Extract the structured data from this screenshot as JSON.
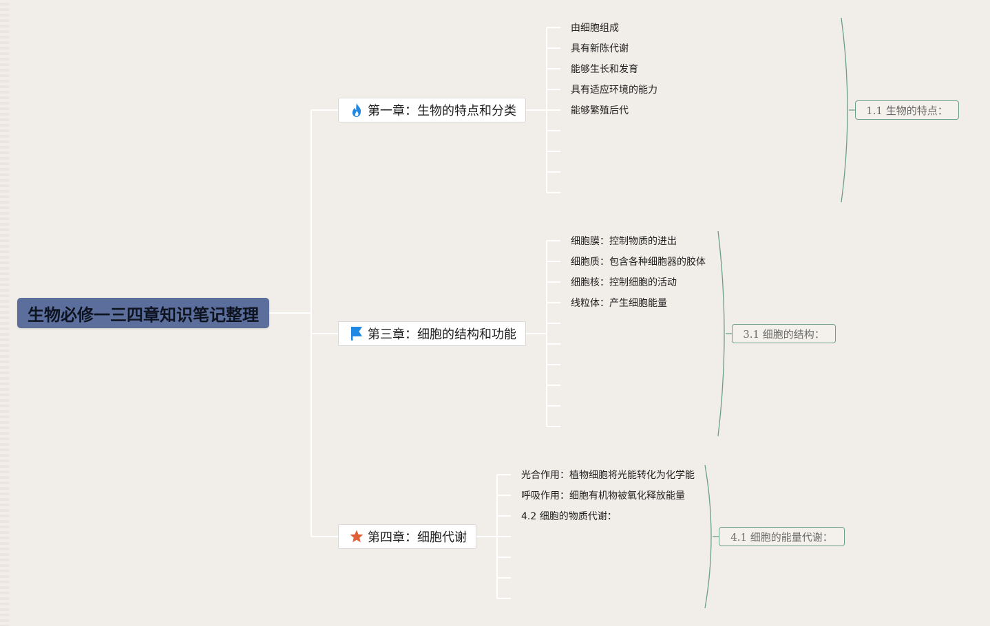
{
  "root": {
    "title": "生物必修一三四章知识笔记整理"
  },
  "chapters": [
    {
      "title": "第一章：生物的特点和分类",
      "icon": "flame-icon",
      "icon_color": "#1e88e5",
      "items": [
        "由细胞组成",
        "具有新陈代谢",
        "能够生长和发育",
        "具有适应环境的能力",
        "能够繁殖后代"
      ],
      "summary": "1.1 生物的特点："
    },
    {
      "title": "第三章：细胞的结构和功能",
      "icon": "flag-icon",
      "icon_color": "#1e88e5",
      "items": [
        "细胞膜：控制物质的进出",
        "细胞质：包含各种细胞器的胶体",
        "细胞核：控制细胞的活动",
        "线粒体：产生细胞能量"
      ],
      "summary": "3.1 细胞的结构："
    },
    {
      "title": "第四章：细胞代谢",
      "icon": "star-icon",
      "icon_color": "#e0603a",
      "items": [
        "光合作用：植物细胞将光能转化为化学能",
        "呼吸作用：细胞有机物被氧化释放能量",
        "4.2 细胞的物质代谢："
      ],
      "summary": "4.1 细胞的能量代谢："
    }
  ],
  "colors": {
    "background": "#f1ede8",
    "root_fill": "#5b6e9c",
    "connector": "#ffffff",
    "summary_border": "#6b9e88"
  }
}
